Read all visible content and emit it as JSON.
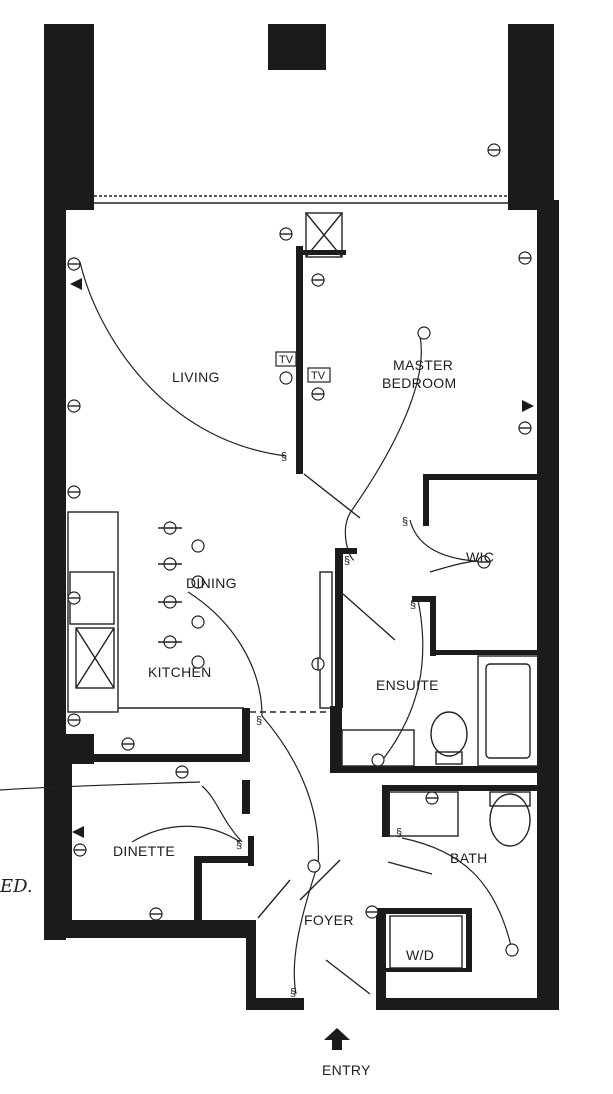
{
  "rooms": {
    "living": "LIVING",
    "master_bedroom_line1": "MASTER",
    "master_bedroom_line2": "BEDROOM",
    "wic": "WIC",
    "dining": "DINING",
    "kitchen": "KITCHEN",
    "ensuite": "ENSUITE",
    "dinette": "DINETTE",
    "bath": "BATH",
    "foyer": "FOYER",
    "wd": "W/D"
  },
  "labels": {
    "entry": "ENTRY",
    "tv": "TV",
    "margin_note": "ED."
  },
  "icons": {
    "entry_arrow": "arrow-up-icon",
    "light_fixture": "ceiling-light-icon",
    "switch": "light-switch-icon",
    "speaker": "speaker-icon",
    "tv": "tv-outlet-icon"
  },
  "colors": {
    "wall": "#1b1b1b",
    "line": "#222222",
    "background": "#ffffff"
  }
}
